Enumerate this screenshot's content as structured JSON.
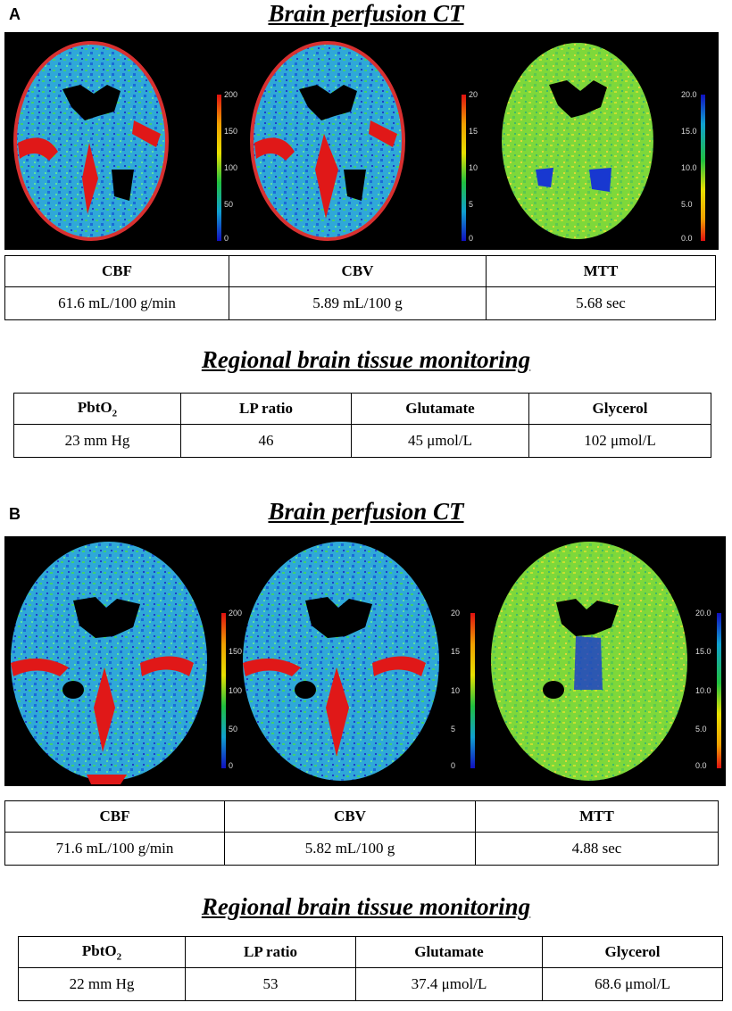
{
  "panels": [
    {
      "letter": "A",
      "perfusion_title": "Brain perfusion CT",
      "scales": [
        {
          "ticks": [
            "200",
            "150",
            "100",
            "50",
            "0"
          ]
        },
        {
          "ticks": [
            "20",
            "15",
            "10",
            "5",
            "0"
          ]
        },
        {
          "ticks": [
            "20.0",
            "15.0",
            "10.0",
            "5.0",
            "0.0"
          ]
        }
      ],
      "perfusion_table": {
        "headers": [
          "CBF",
          "CBV",
          "MTT"
        ],
        "values": [
          "61.6 mL/100 g/min",
          "5.89 mL/100 g",
          "5.68 sec"
        ]
      },
      "monitoring_title": "Regional brain tissue monitoring",
      "monitoring_table": {
        "headers": [
          "PbtO",
          "LP ratio",
          "Glutamate",
          "Glycerol"
        ],
        "header_sub": "2",
        "values": [
          "23 mm Hg",
          "46",
          "45 μmol/L",
          "102 μmol/L"
        ]
      }
    },
    {
      "letter": "B",
      "perfusion_title": "Brain perfusion CT",
      "scales": [
        {
          "ticks": [
            "200",
            "150",
            "100",
            "50",
            "0"
          ]
        },
        {
          "ticks": [
            "20",
            "15",
            "10",
            "5",
            "0"
          ]
        },
        {
          "ticks": [
            "20.0",
            "15.0",
            "10.0",
            "5.0",
            "0.0"
          ]
        }
      ],
      "perfusion_table": {
        "headers": [
          "CBF",
          "CBV",
          "MTT"
        ],
        "values": [
          "71.6 mL/100 g/min",
          "5.82 mL/100 g",
          "4.88 sec"
        ]
      },
      "monitoring_title": "Regional brain tissue monitoring",
      "monitoring_table": {
        "headers": [
          "PbtO",
          "LP ratio",
          "Glutamate",
          "Glycerol"
        ],
        "header_sub": "2",
        "values": [
          "22 mm Hg",
          "53",
          "37.4 μmol/L",
          "68.6 μmol/L"
        ]
      }
    }
  ]
}
